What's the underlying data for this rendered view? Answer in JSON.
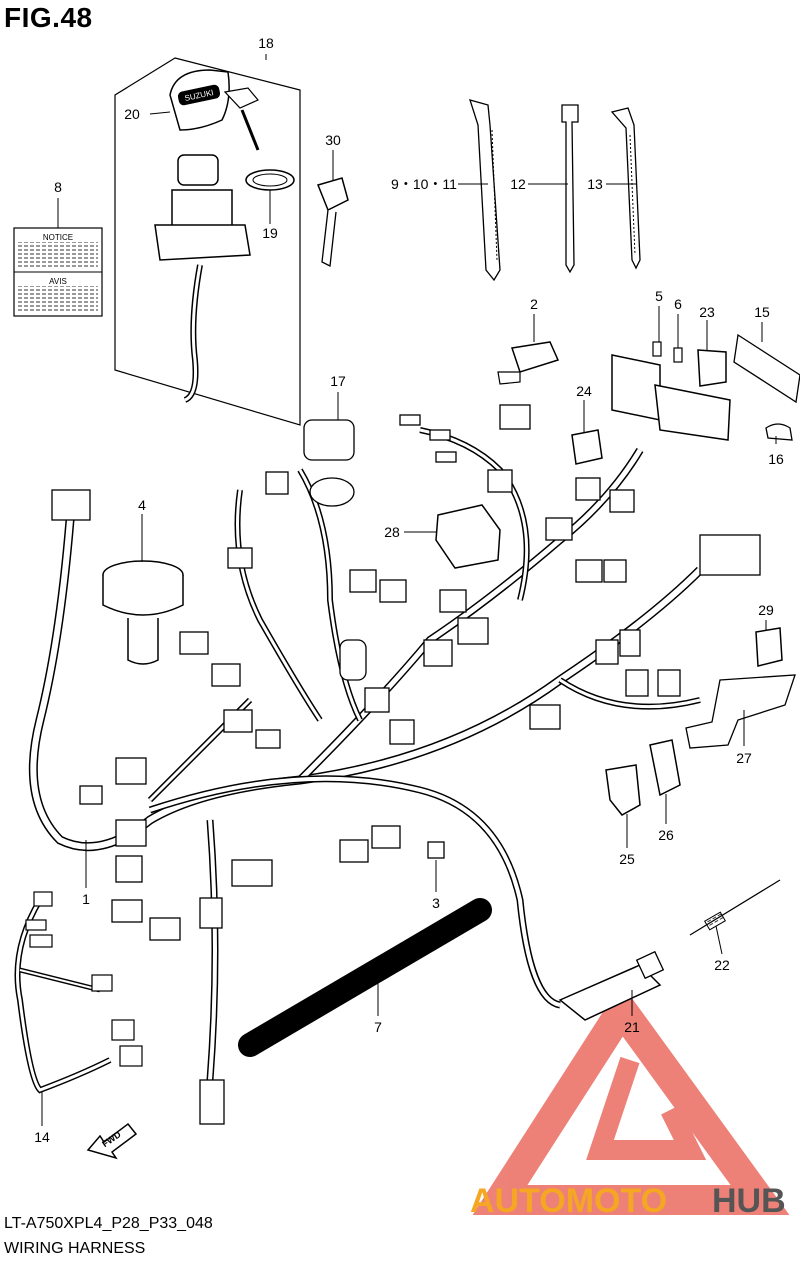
{
  "figure": {
    "title": "FIG.48"
  },
  "footer": {
    "code": "LT-A750XPL4_P28_P33_048",
    "caption": "WIRING HARNESS"
  },
  "notice_label": {
    "top": "NOTICE",
    "bottom": "AVIS"
  },
  "key_brand": "SUZUKI",
  "direction_arrow": "FWD",
  "watermark": {
    "part1": "AUTOMOTO",
    "part2": "HUB",
    "color_red": "#e8574b",
    "color_orange": "#f5a623",
    "color_gray": "#555555"
  },
  "callouts": {
    "c1": "1",
    "c2": "2",
    "c3": "3",
    "c4": "4",
    "c5": "5",
    "c6": "6",
    "c7": "7",
    "c8": "8",
    "c9_10_11": "9・10・11",
    "c12": "12",
    "c13": "13",
    "c14": "14",
    "c15": "15",
    "c16": "16",
    "c17": "17",
    "c18": "18",
    "c19": "19",
    "c20": "20",
    "c21": "21",
    "c22": "22",
    "c23": "23",
    "c24": "24",
    "c25": "25",
    "c26": "26",
    "c27": "27",
    "c28": "28",
    "c29": "29",
    "c30": "30"
  }
}
